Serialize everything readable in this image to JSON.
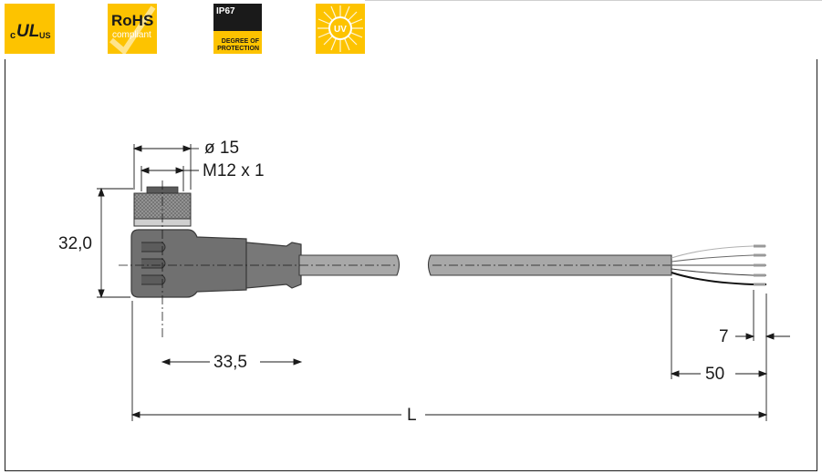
{
  "badges": {
    "ul": {
      "c": "c",
      "ul": "UL",
      "us": "US"
    },
    "rohs": {
      "title": "RoHS",
      "subtitle": "compliant"
    },
    "ip": {
      "code": "IP67",
      "line1": "DEGREE OF",
      "line2": "PROTECTION"
    },
    "uv": {
      "label": "UV"
    }
  },
  "dimensions": {
    "diameter": "ø 15",
    "thread": "M12 x 1",
    "height": "32,0",
    "offset": "33,5",
    "strip_length": "7",
    "jacket_strip": "50",
    "total_length": "L"
  },
  "colors": {
    "badge_yellow": "#fdc300",
    "connector_gray": "#6b6b6b",
    "cable_gray": "#a8a8a8",
    "line_dark": "#1a1a1a"
  }
}
